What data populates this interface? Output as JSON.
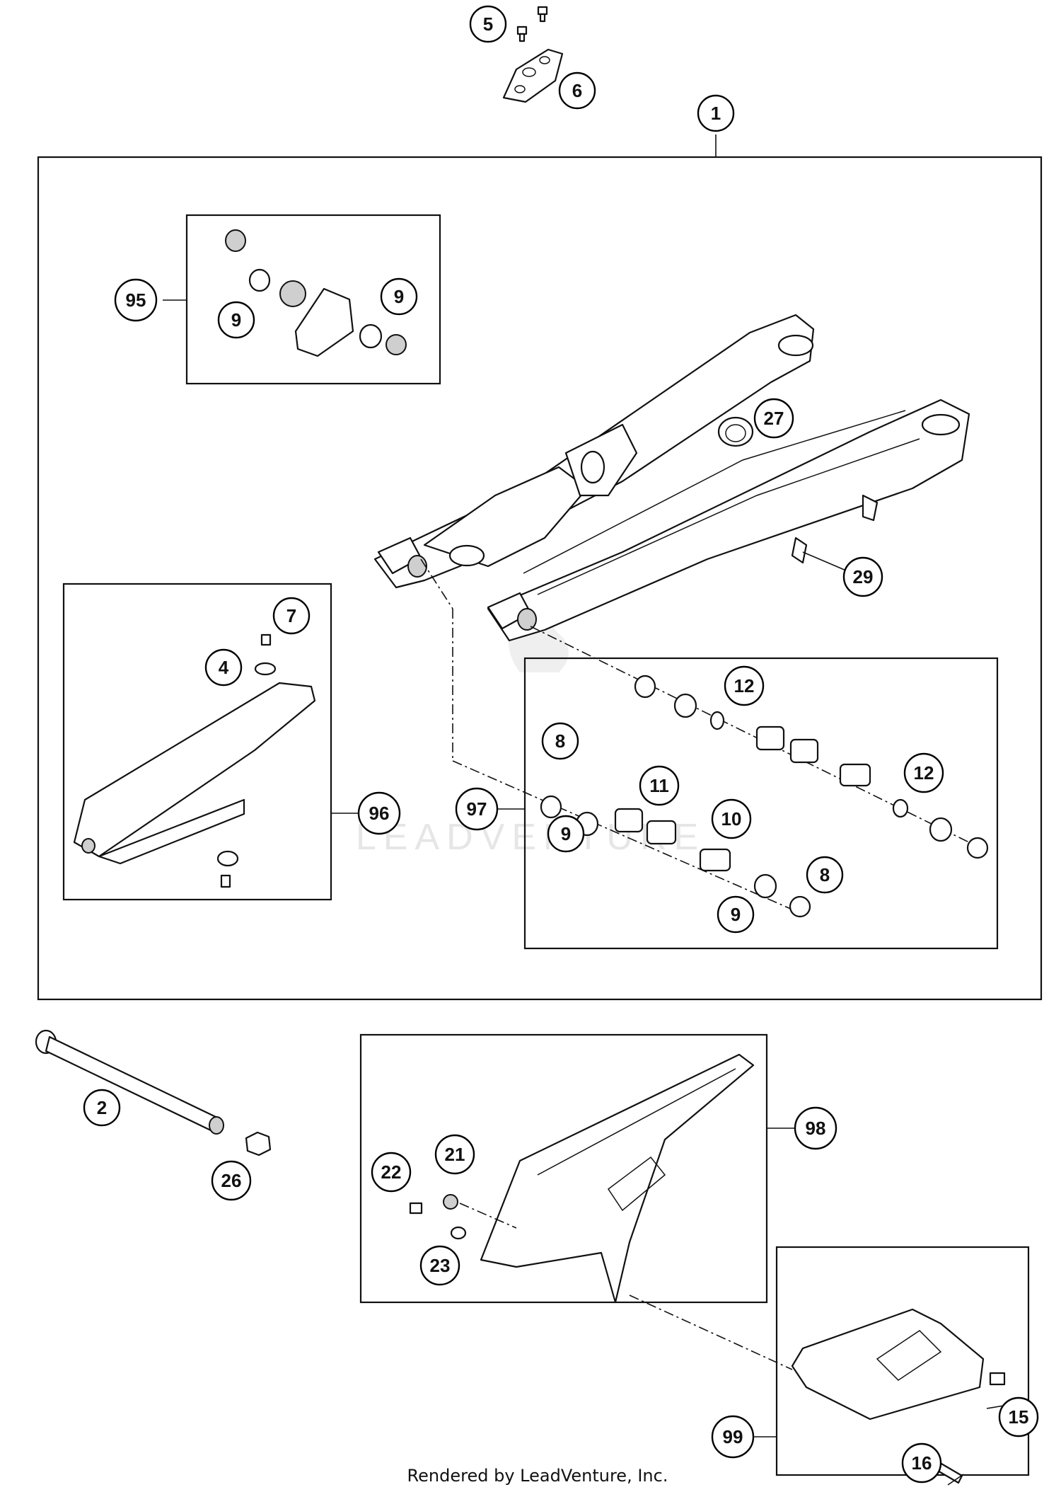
{
  "callouts": {
    "c1": "1",
    "c2": "2",
    "c4": "4",
    "c5": "5",
    "c6": "6",
    "c7": "7",
    "c8a": "8",
    "c8b": "8",
    "c9a": "9",
    "c9b": "9",
    "c9c": "9",
    "c9d": "9",
    "c10": "10",
    "c11": "11",
    "c12a": "12",
    "c12b": "12",
    "c15": "15",
    "c16": "16",
    "c21": "21",
    "c22": "22",
    "c23": "23",
    "c26": "26",
    "c27": "27",
    "c29": "29",
    "c95": "95",
    "c96": "96",
    "c97": "97",
    "c98": "98",
    "c99": "99"
  },
  "watermark": {
    "text": "LEADVENTURE"
  },
  "footer": {
    "text": "Rendered by LeadVenture, Inc."
  }
}
